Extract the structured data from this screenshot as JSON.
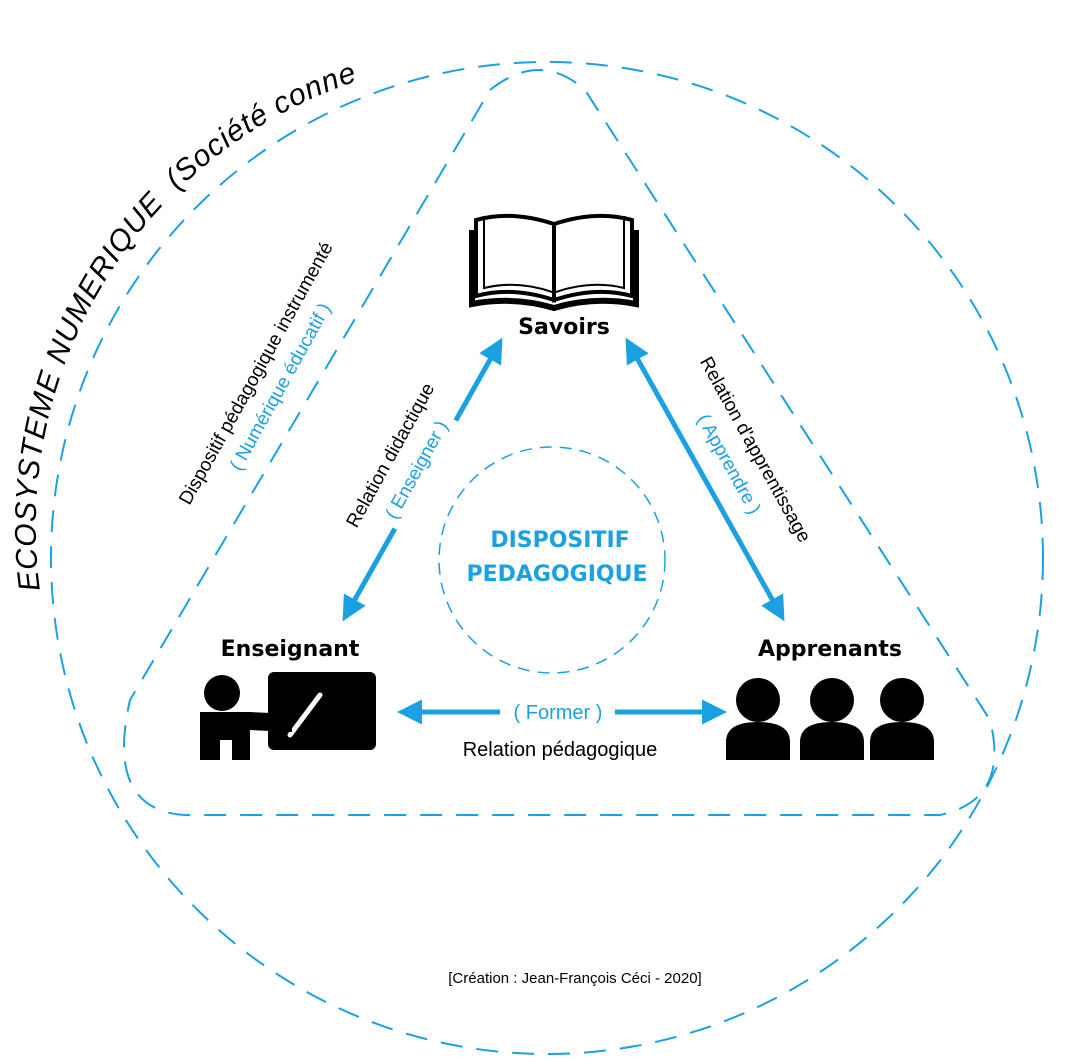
{
  "colors": {
    "accent": "#1ba1e2",
    "ink": "#000000",
    "background": "#ffffff"
  },
  "ecosystem": {
    "label_main": "ECOSYSTEME NUMERIQUE",
    "label_paren": "(Société connectée)"
  },
  "instrumented": {
    "label": "Dispositif pédagogique instrumenté",
    "sublabel": "( Numérique éducatif )"
  },
  "center": {
    "line1": "DISPOSITIF",
    "line2": "PEDAGOGIQUE"
  },
  "nodes": {
    "savoirs": {
      "label": "Savoirs",
      "icon": "book-icon"
    },
    "enseignant": {
      "label": "Enseignant",
      "icon": "teacher-icon"
    },
    "apprenants": {
      "label": "Apprenants",
      "icon": "learners-icon"
    }
  },
  "relations": {
    "didactique": {
      "label": "Relation didactique",
      "verb": "( Enseigner )"
    },
    "apprentissage": {
      "label": "Relation d'apprentissage",
      "verb": "( Apprendre )"
    },
    "pedagogique": {
      "label": "Relation pédagogique",
      "verb": "( Former )"
    }
  },
  "credit": "[Création : Jean-François Céci - 2020]"
}
